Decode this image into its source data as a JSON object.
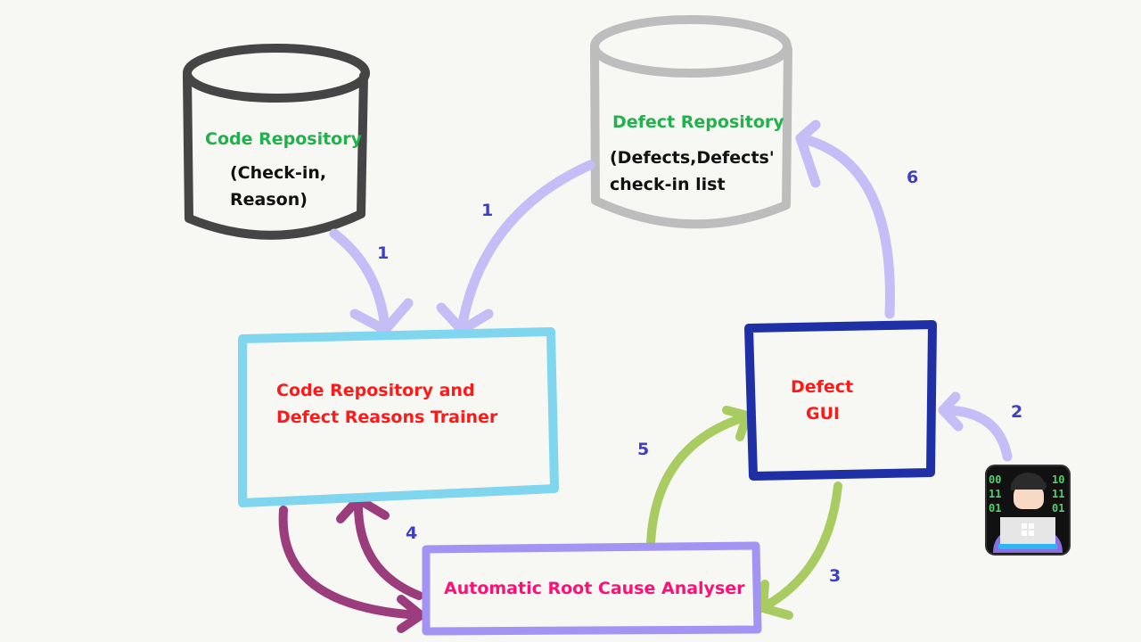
{
  "nodes": {
    "code_repo": {
      "title": "Code Repository",
      "line1": "(Check-in,",
      "line2": "Reason)"
    },
    "defect_repo": {
      "title": "Defect Repository",
      "line1": "(Defects,Defects'",
      "line2": "check-in list"
    },
    "trainer": {
      "line1": "Code Repository and",
      "line2": "Defect Reasons Trainer"
    },
    "defect_gui": {
      "line1": "Defect",
      "line2": "GUI"
    },
    "analyser": {
      "label": "Automatic Root Cause Analyser"
    },
    "user": {
      "icon": "developer-at-laptop-icon"
    }
  },
  "edge_labels": {
    "e1a": "1",
    "e1b": "1",
    "e2": "2",
    "e3": "3",
    "e4": "4",
    "e5": "5",
    "e6": "6"
  },
  "colors": {
    "title_green": "#22b14c",
    "box_text_red": "#ff1a1a",
    "analyser_text": "#ff1077",
    "num_blue": "#3f3fc6",
    "arrow_lavender": "#c4bdf6",
    "arrow_green": "#a8cc62",
    "arrow_purple": "#9b3c7c",
    "trainer_box": "#7fd6ee",
    "gui_box": "#1f2fa6",
    "analyser_box": "#a393f2"
  }
}
